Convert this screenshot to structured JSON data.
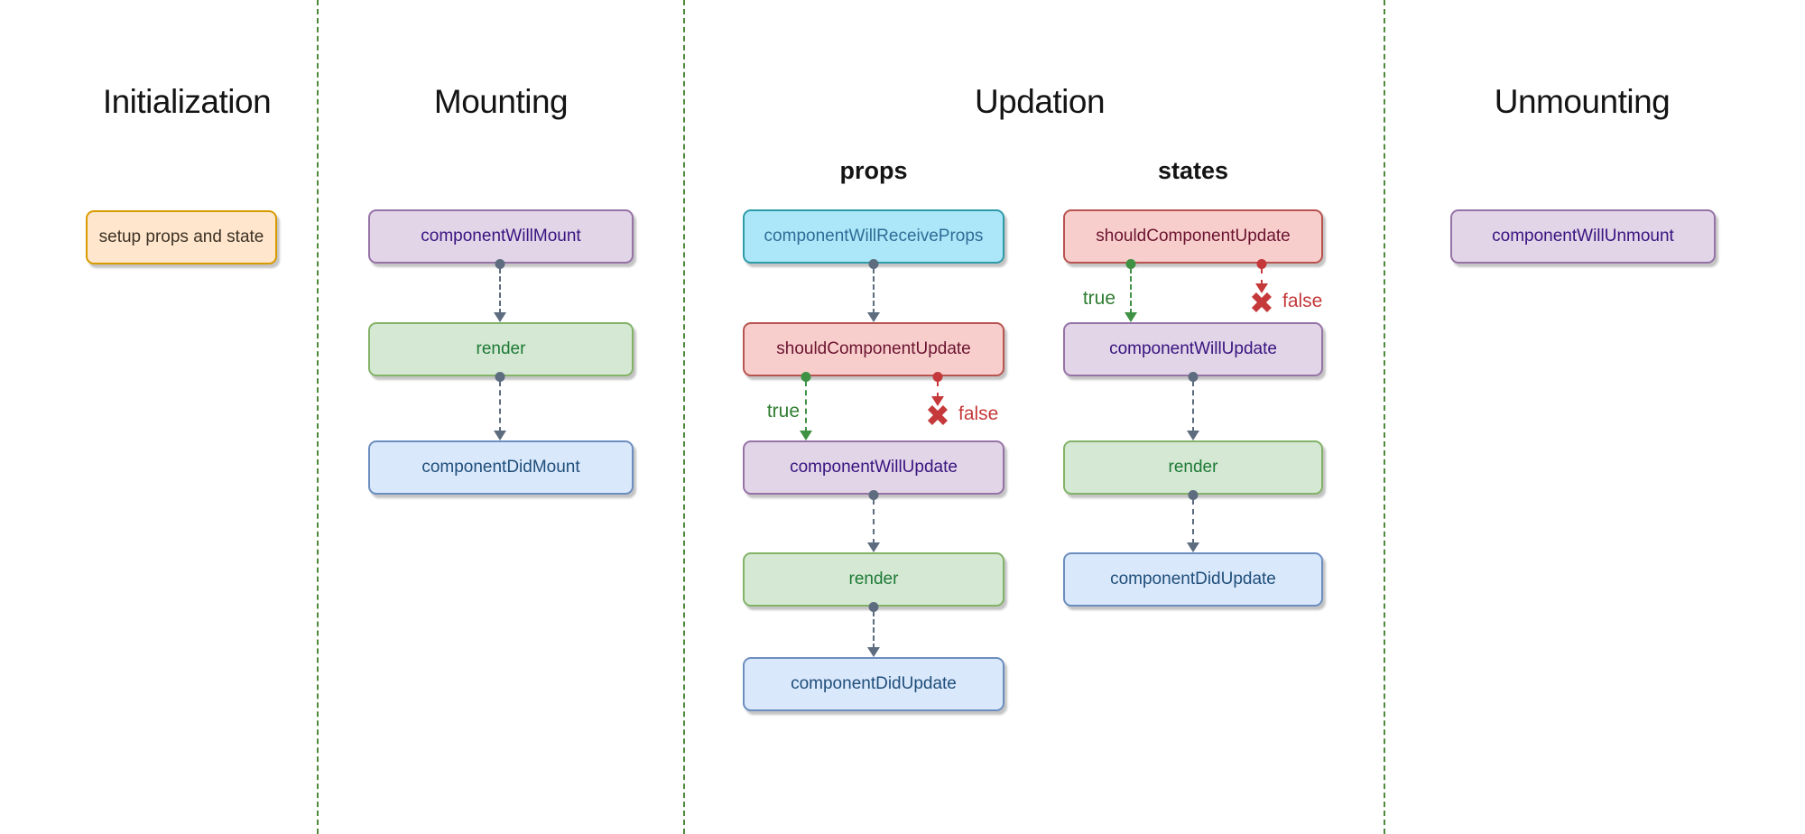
{
  "titles": {
    "initialization": "Initialization",
    "mounting": "Mounting",
    "updation": "Updation",
    "unmounting": "Unmounting"
  },
  "subheaders": {
    "props": "props",
    "states": "states"
  },
  "branch_labels": {
    "true": "true",
    "false": "false"
  },
  "icons": {
    "x_mark": "✖"
  },
  "nodes": {
    "setup_props_and_state": "setup props and state",
    "component_will_mount": "componentWillMount",
    "mounting_render": "render",
    "component_did_mount": "componentDidMount",
    "component_will_receive_props": "componentWillReceiveProps",
    "props_should_component_update": "shouldComponentUpdate",
    "props_component_will_update": "componentWillUpdate",
    "props_render": "render",
    "props_component_did_update": "componentDidUpdate",
    "states_should_component_update": "shouldComponentUpdate",
    "states_component_will_update": "componentWillUpdate",
    "states_render": "render",
    "states_component_did_update": "componentDidUpdate",
    "component_will_unmount": "componentWillUnmount"
  },
  "colors": {
    "background": "#ffffff",
    "divider_green": "#4e8a3c",
    "arrow_slate": "#5d6c7e",
    "branch_true_green": "#3f9143",
    "branch_false_red": "#c5393b",
    "node_orange": {
      "fill": "#ffe6cc",
      "stroke": "#d79b00",
      "text": "#3d3226"
    },
    "node_purple": {
      "fill": "#e1d5e7",
      "stroke": "#9673a6",
      "text": "#3a1380"
    },
    "node_cyan": {
      "fill": "#ace7f9",
      "stroke": "#2e9ba8",
      "text": "#2e6d96"
    },
    "node_red": {
      "fill": "#f8cecc",
      "stroke": "#b85450",
      "text": "#6b1430"
    },
    "node_green": {
      "fill": "#d5e8d4",
      "stroke": "#82b366",
      "text": "#1e7a35"
    },
    "node_blue": {
      "fill": "#dae8fc",
      "stroke": "#6c8ebf",
      "text": "#1f4e79"
    }
  }
}
